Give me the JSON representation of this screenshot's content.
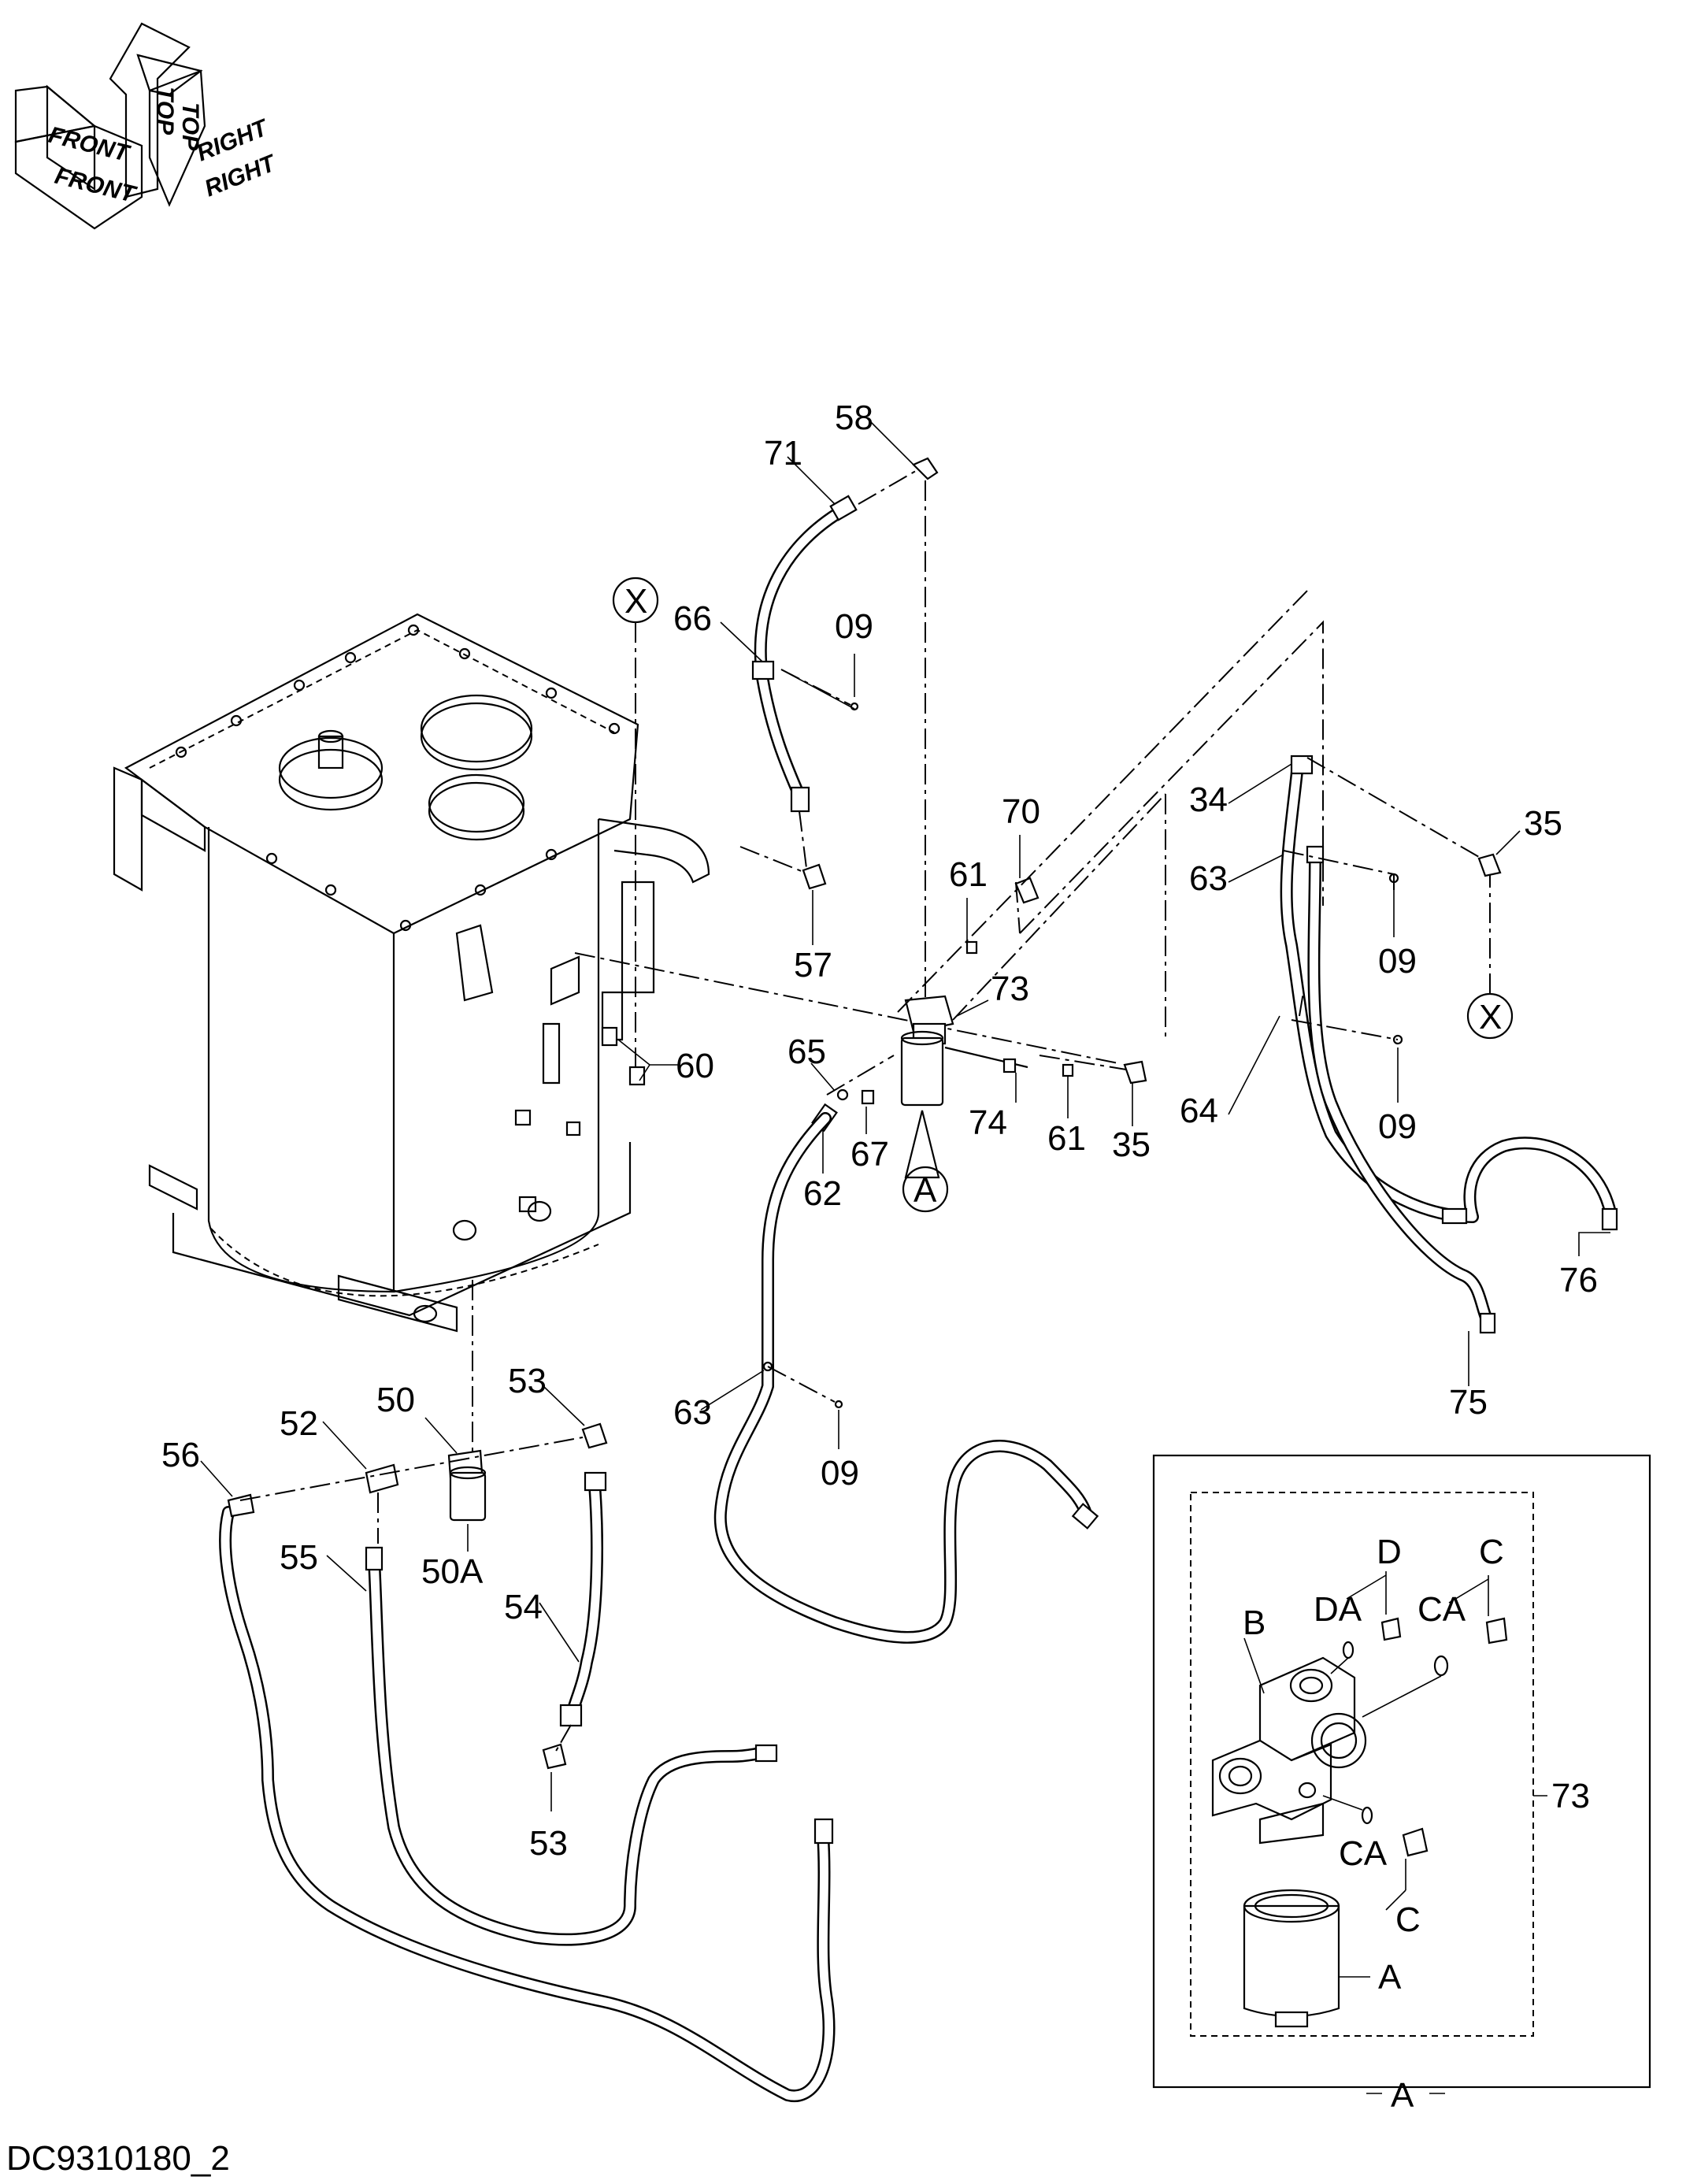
{
  "orientation": {
    "front": "FRONT",
    "top": "TOP",
    "right": "RIGHT"
  },
  "document_id": "DC9310180_2",
  "callouts": {
    "c58": "58",
    "c71": "71",
    "c66": "66",
    "c09a": "09",
    "c57": "57",
    "c70": "70",
    "c61a": "61",
    "c73": "73",
    "c65": "65",
    "c67": "67",
    "c62": "62",
    "c74": "74",
    "c61b": "61",
    "c35a": "35",
    "c34": "34",
    "c35b": "35",
    "c63a": "63",
    "c09b": "09",
    "c64": "64",
    "c09c": "09",
    "c76": "76",
    "c75": "75",
    "c60": "60",
    "c63b": "63",
    "c09d": "09",
    "c50": "50",
    "c53a": "53",
    "c52": "52",
    "c56": "56",
    "c55": "55",
    "c50A": "50A",
    "c54": "54",
    "c53b": "53"
  },
  "reference_markers": {
    "x_top": "X",
    "x_right": "X",
    "a_filter": "A"
  },
  "detail_view": {
    "title": "A",
    "assembly_number": "73",
    "labels": {
      "B": "B",
      "D": "D",
      "DA": "DA",
      "C_top": "C",
      "CA_top": "CA",
      "CA_bottom": "CA",
      "C_bottom": "C",
      "A": "A"
    }
  }
}
